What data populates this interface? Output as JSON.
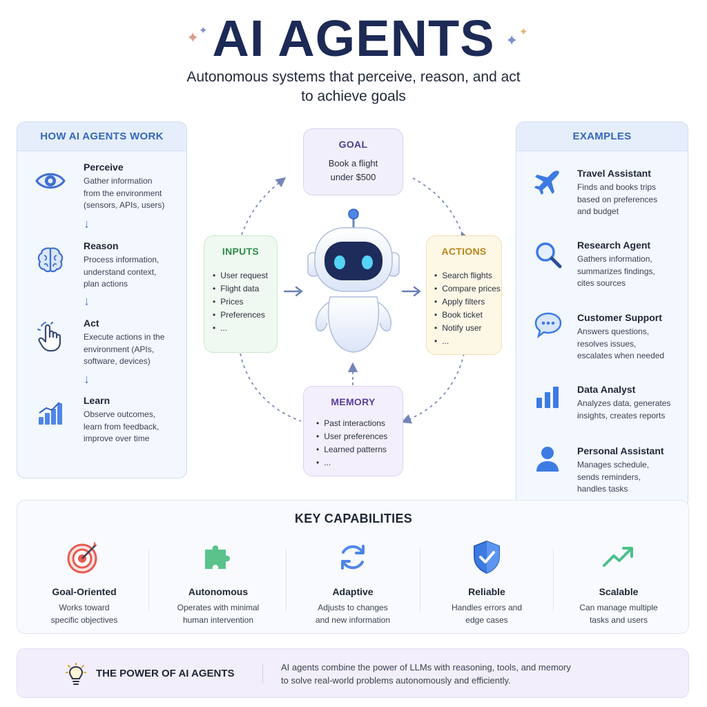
{
  "header": {
    "title": "AI AGENTS",
    "subtitle_line1": "Autonomous systems that perceive, reason, and act",
    "subtitle_line2": "to achieve goals"
  },
  "how_it_works": {
    "heading": "HOW AI AGENTS WORK",
    "steps": [
      {
        "title": "Perceive",
        "lines": [
          "Gather information",
          "from the environment",
          "(sensors, APIs, users)"
        ],
        "icon": "eye-icon"
      },
      {
        "title": "Reason",
        "lines": [
          "Process information,",
          "understand context,",
          "plan actions"
        ],
        "icon": "brain-icon"
      },
      {
        "title": "Act",
        "lines": [
          "Execute actions in the",
          "environment (APIs,",
          "software, devices)"
        ],
        "icon": "pointer-hand-icon"
      },
      {
        "title": "Learn",
        "lines": [
          "Observe outcomes,",
          "learn from feedback,",
          "improve over time"
        ],
        "icon": "bar-chart-icon"
      }
    ]
  },
  "cycle": {
    "goal": {
      "title": "GOAL",
      "line1": "Book a flight",
      "line2": "under $500"
    },
    "inputs": {
      "title": "INPUTS",
      "items": [
        "User request",
        "Flight data",
        "Prices",
        "Preferences",
        "..."
      ]
    },
    "actions": {
      "title": "ACTIONS",
      "items": [
        "Search flights",
        "Compare prices",
        "Apply filters",
        "Book ticket",
        "Notify user",
        "..."
      ]
    },
    "memory": {
      "title": "MEMORY",
      "items": [
        "Past interactions",
        "User preferences",
        "Learned patterns",
        "..."
      ]
    }
  },
  "examples": {
    "heading": "EXAMPLES",
    "items": [
      {
        "title": "Travel Assistant",
        "lines": [
          "Finds and books trips",
          "based on preferences",
          "and budget"
        ],
        "icon": "airplane-icon"
      },
      {
        "title": "Research Agent",
        "lines": [
          "Gathers information,",
          "summarizes findings,",
          "cites sources"
        ],
        "icon": "magnifier-icon"
      },
      {
        "title": "Customer Support",
        "lines": [
          "Answers questions,",
          "resolves issues,",
          "escalates when needed"
        ],
        "icon": "chat-bubble-icon"
      },
      {
        "title": "Data Analyst",
        "lines": [
          "Analyzes data, generates",
          "insights, creates reports"
        ],
        "icon": "bar-chart-icon"
      },
      {
        "title": "Personal Assistant",
        "lines": [
          "Manages schedule,",
          "sends reminders,",
          "handles tasks"
        ],
        "icon": "user-icon"
      }
    ]
  },
  "capabilities": {
    "heading": "KEY CAPABILITIES",
    "items": [
      {
        "name": "Goal-Oriented",
        "line1": "Works toward",
        "line2": "specific objectives",
        "icon": "target-icon"
      },
      {
        "name": "Autonomous",
        "line1": "Operates with minimal",
        "line2": "human intervention",
        "icon": "puzzle-icon"
      },
      {
        "name": "Adaptive",
        "line1": "Adjusts to changes",
        "line2": "and new information",
        "icon": "refresh-icon"
      },
      {
        "name": "Reliable",
        "line1": "Handles errors and",
        "line2": "edge cases",
        "icon": "shield-icon"
      },
      {
        "name": "Scalable",
        "line1": "Can manage multiple",
        "line2": "tasks and users",
        "icon": "trend-up-icon"
      }
    ]
  },
  "footer": {
    "title": "THE POWER OF AI AGENTS",
    "line1": "AI agents combine the power of LLMs with reasoning, tools, and memory",
    "line2": "to solve real-world problems autonomously and efficiently.",
    "icon": "lightbulb-icon"
  },
  "colors": {
    "title": "#1c2a55",
    "accent_blue": "#3566c2",
    "goal": "#4b3c8f",
    "inputs": "#2f8a4a",
    "actions": "#b9851a",
    "memory": "#5a3d9c"
  }
}
